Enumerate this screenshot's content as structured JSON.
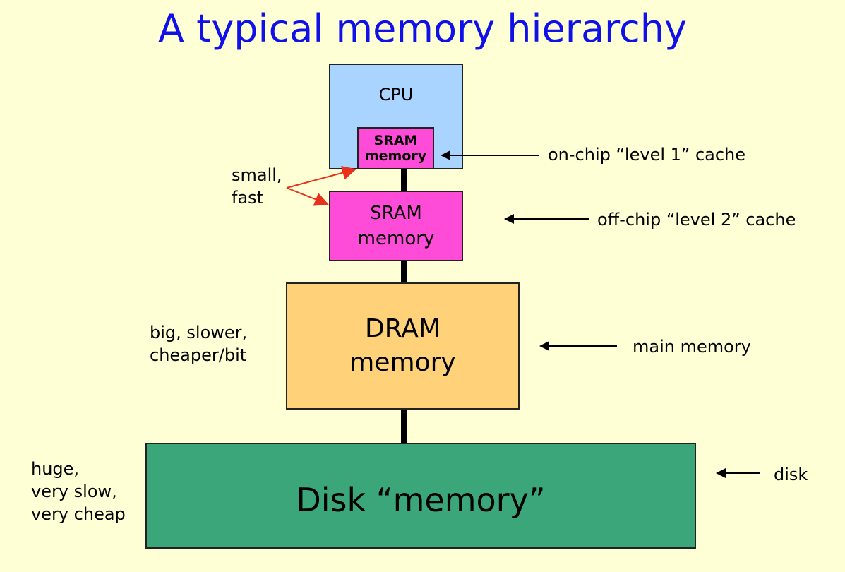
{
  "title": "A typical memory hierarchy",
  "levels": {
    "cpu": {
      "label": "CPU",
      "color": "#a8d4ff"
    },
    "l1": {
      "line1": "SRAM",
      "line2": "memory",
      "color": "#ff4cd8"
    },
    "l2": {
      "line1": "SRAM",
      "line2": "memory",
      "color": "#ff4cd8"
    },
    "dram": {
      "line1": "DRAM",
      "line2": "memory",
      "color": "#ffd27a"
    },
    "disk": {
      "label": "Disk “memory”",
      "color": "#3aa679"
    }
  },
  "right_labels": {
    "l1": "on-chip  “level 1” cache",
    "l2": "off-chip “level 2” cache",
    "dram": "main memory",
    "disk": "disk"
  },
  "left_labels": {
    "small_fast": "small,\nfast",
    "big_slower": "big, slower,\ncheaper/bit",
    "huge": "huge,\nvery slow,\nvery cheap"
  },
  "colors": {
    "title": "#1010e8",
    "background": "#ffffd6",
    "pointer_arrows": "#e8301c"
  }
}
